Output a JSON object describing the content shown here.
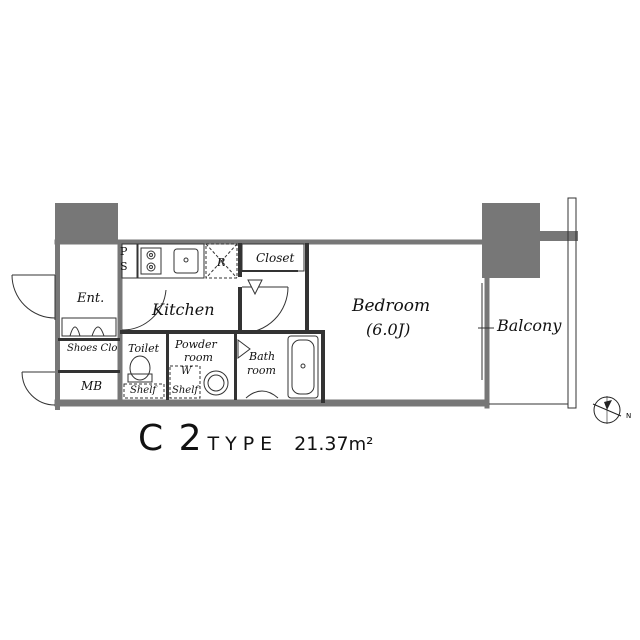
{
  "plan_type": {
    "code": "C 2",
    "word": "TYPE",
    "area": "21.37",
    "unit": "m²"
  },
  "rooms": {
    "ps_p": "P",
    "ps_s": "S",
    "refrigerator": "R",
    "closet": "Closet",
    "entrance": "Ent.",
    "kitchen": "Kitchen",
    "bedroom": "Bedroom",
    "bedroom_size": "(6.0J)",
    "balcony": "Balcony",
    "shoes_closet": "Shoes Clo",
    "toilet": "Toilet",
    "toilet_shelf": "Shelf",
    "powder_room_1": "Powder",
    "powder_room_2": "room",
    "washer": "W",
    "powder_shelf": "Shelf",
    "bath_room_1": "Bath",
    "bath_room_2": "room",
    "meter_box": "MB"
  },
  "compass": {
    "north": "N"
  },
  "colors": {
    "wall": "#777777",
    "line": "#222222",
    "background": "#ffffff"
  }
}
